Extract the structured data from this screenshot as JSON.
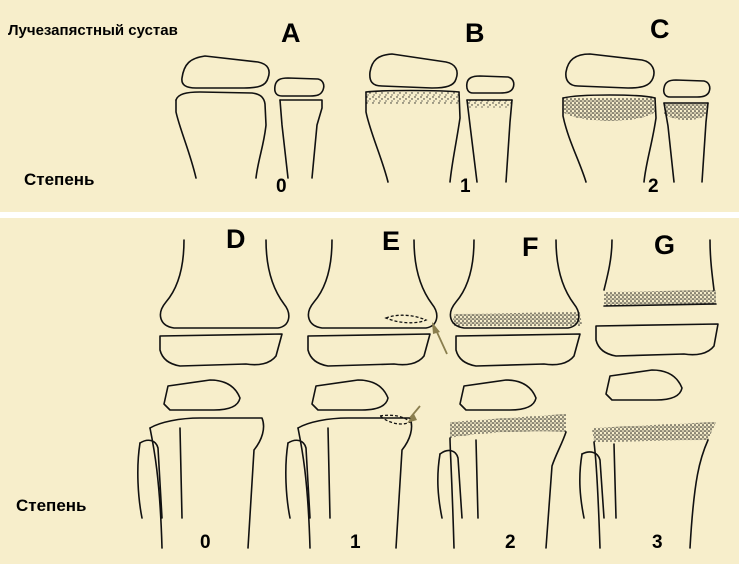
{
  "title": "Лучезапястный сустав",
  "row_label": "Степень",
  "letters": [
    "A",
    "B",
    "C",
    "D",
    "E",
    "F",
    "G"
  ],
  "wrist_grades": [
    "0",
    "1",
    "2"
  ],
  "knee_grades": [
    "0",
    "1",
    "2",
    "3"
  ],
  "colors": {
    "background": "#f7eecb",
    "stroke": "#111111",
    "stipple": "#111111",
    "arrow": "#8a7e4e"
  }
}
